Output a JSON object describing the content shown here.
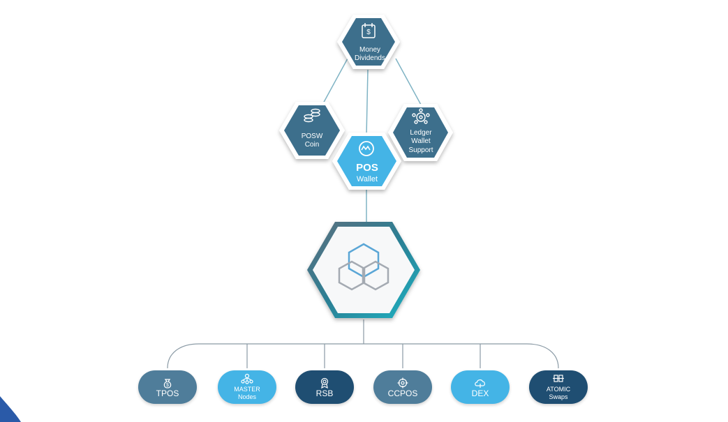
{
  "colors": {
    "dark_teal": "#3d6f8c",
    "light_blue": "#44b4e6",
    "navy": "#1f4e72",
    "steel": "#4f7d9a",
    "connector": "#7fb3c4",
    "tree_line": "#8a9aa5"
  },
  "top_nodes": [
    {
      "id": "money-dividends",
      "icon": "calendar-dollar-icon",
      "lines": [
        "Money",
        "Dividends"
      ]
    },
    {
      "id": "posw-coin",
      "icon": "coin-stack-icon",
      "lines": [
        "POSW",
        "Coin"
      ]
    },
    {
      "id": "ledger-wallet-support",
      "icon": "gear-network-icon",
      "lines": [
        "Ledger",
        "Wallet",
        "Support"
      ]
    },
    {
      "id": "pos-wallet",
      "icon": "wallet-logo-icon",
      "lines": [
        "POS",
        "Wallet"
      ]
    }
  ],
  "center_node": {
    "icon": "interlocking-hexagons-icon"
  },
  "bottom_nodes": [
    {
      "id": "tpos",
      "icon": "money-bag-icon",
      "lines": [
        "TPOS"
      ],
      "style": "steel"
    },
    {
      "id": "master-nodes",
      "icon": "network-nodes-icon",
      "lines": [
        "MASTER",
        "Nodes"
      ],
      "style": "light"
    },
    {
      "id": "rsb",
      "icon": "award-ribbon-icon",
      "lines": [
        "RSB"
      ],
      "style": "navy"
    },
    {
      "id": "ccpos",
      "icon": "target-icon",
      "lines": [
        "CCPOS"
      ],
      "style": "steel"
    },
    {
      "id": "dex",
      "icon": "cloud-sync-icon",
      "lines": [
        "DEX"
      ],
      "style": "light"
    },
    {
      "id": "atomic-swaps",
      "icon": "swap-arrows-icon",
      "lines": [
        "ATOMIC",
        "Swaps"
      ],
      "style": "navy"
    }
  ]
}
